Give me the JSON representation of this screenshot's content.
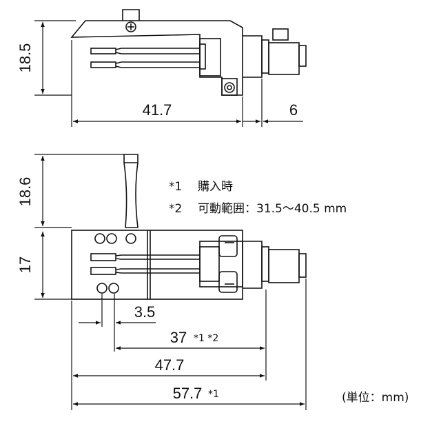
{
  "top_view": {
    "dim_height": "18.5",
    "dim_length": "41.7",
    "dim_connector": "6"
  },
  "bottom_view": {
    "dim_finger_height": "18.6",
    "dim_body_height": "17",
    "dim_offset": "3.5",
    "dim_mount": "37",
    "dim_mount_marks": "*1 *2",
    "dim_body_length": "47.7",
    "dim_total": "57.7",
    "dim_total_mark": "*1"
  },
  "notes": [
    {
      "mark": "*1",
      "text": "購入時"
    },
    {
      "mark": "*2",
      "text": "可動範囲：31.5～40.5 mm"
    }
  ],
  "unit_label": "(単位：mm)"
}
